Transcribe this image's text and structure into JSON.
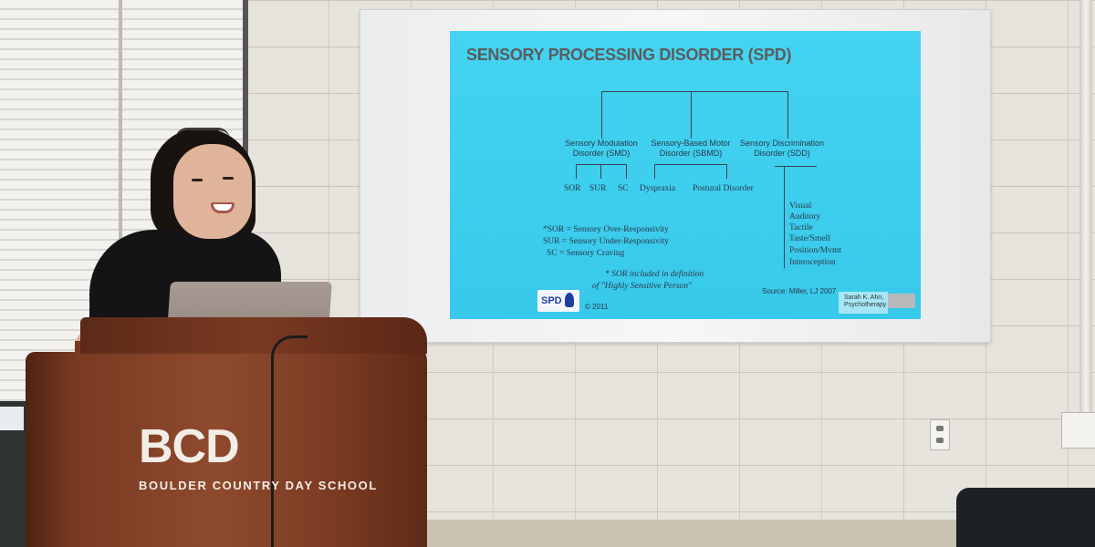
{
  "slide": {
    "title": "SENSORY PROCESSING DISORDER (SPD)",
    "branches": [
      {
        "line1": "Sensory Modulation",
        "line2": "Disorder (SMD)"
      },
      {
        "line1": "Sensory-Based Motor",
        "line2": "Disorder (SBMD)"
      },
      {
        "line1": "Sensory Discrimination",
        "line2": "Disorder (SDD)"
      }
    ],
    "smd_children": [
      "SOR",
      "SUR",
      "SC"
    ],
    "sbmd_children": [
      "Dyspraxia",
      "Postural Disorder"
    ],
    "sdd_children": [
      "Visual",
      "Auditory",
      "Tactile",
      "Taste/Smell",
      "Position/Mvmt",
      "Interoception"
    ],
    "legend": [
      "*SOR =  Sensory Over-Responsivity",
      "SUR =  Sensory Under-Responsivity",
      "SC  =  Sensory Craving"
    ],
    "note_line1": "* SOR included in definition",
    "note_line2": "of \"Highly Sensitive Person\"",
    "source": "Source: Miller, LJ  2007",
    "logo_text": "SPD",
    "copyright": "© 2011",
    "watermark_line1": "Sarah K. Ahn,",
    "watermark_line2": "Psychotherapy"
  },
  "podium": {
    "logo": "BCD",
    "subtitle": "BOULDER COUNTRY DAY SCHOOL"
  }
}
